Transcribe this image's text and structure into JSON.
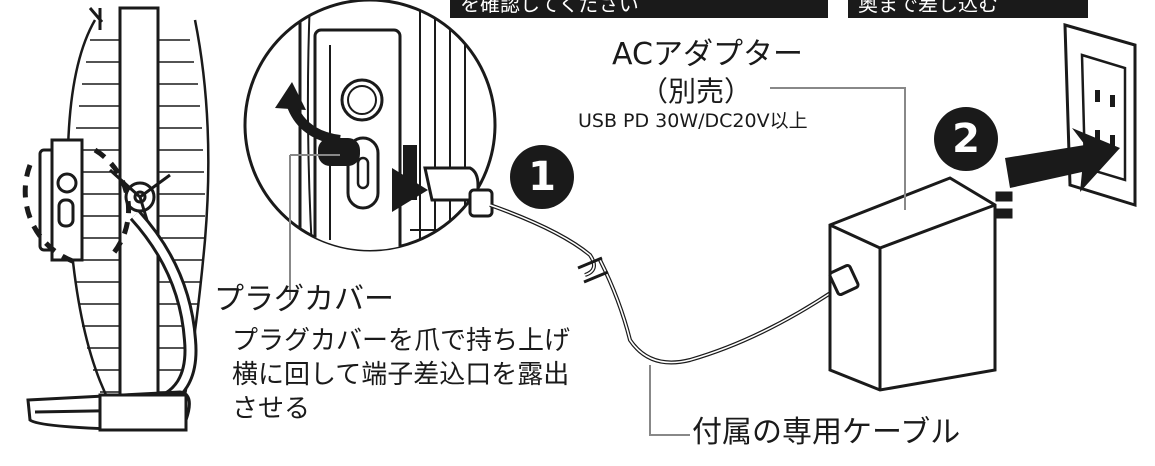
{
  "banners": {
    "left_fragment": "を確認してください",
    "right_fragment": "奥まで差し込む"
  },
  "adapter": {
    "title": "ACアダプター",
    "subtitle": "（別売）",
    "spec": "USB PD 30W/DC20V以上"
  },
  "steps": {
    "step1": "1",
    "step2": "2"
  },
  "plug_cover": {
    "label": "プラグカバー",
    "instructions": [
      "プラグカバーを爪で持ち上げ",
      "横に回して端子差込口を露出",
      "させる"
    ]
  },
  "cable": {
    "label": "付属の専用ケーブル"
  },
  "colors": {
    "ink": "#1a1a1a",
    "paper": "#ffffff",
    "leader": "#888888"
  },
  "icons": [
    "fan-side-view",
    "arrow-rotate-icon",
    "arrow-insert-icon",
    "usb-c-port-icon",
    "ac-adapter-icon",
    "wall-outlet-icon"
  ]
}
